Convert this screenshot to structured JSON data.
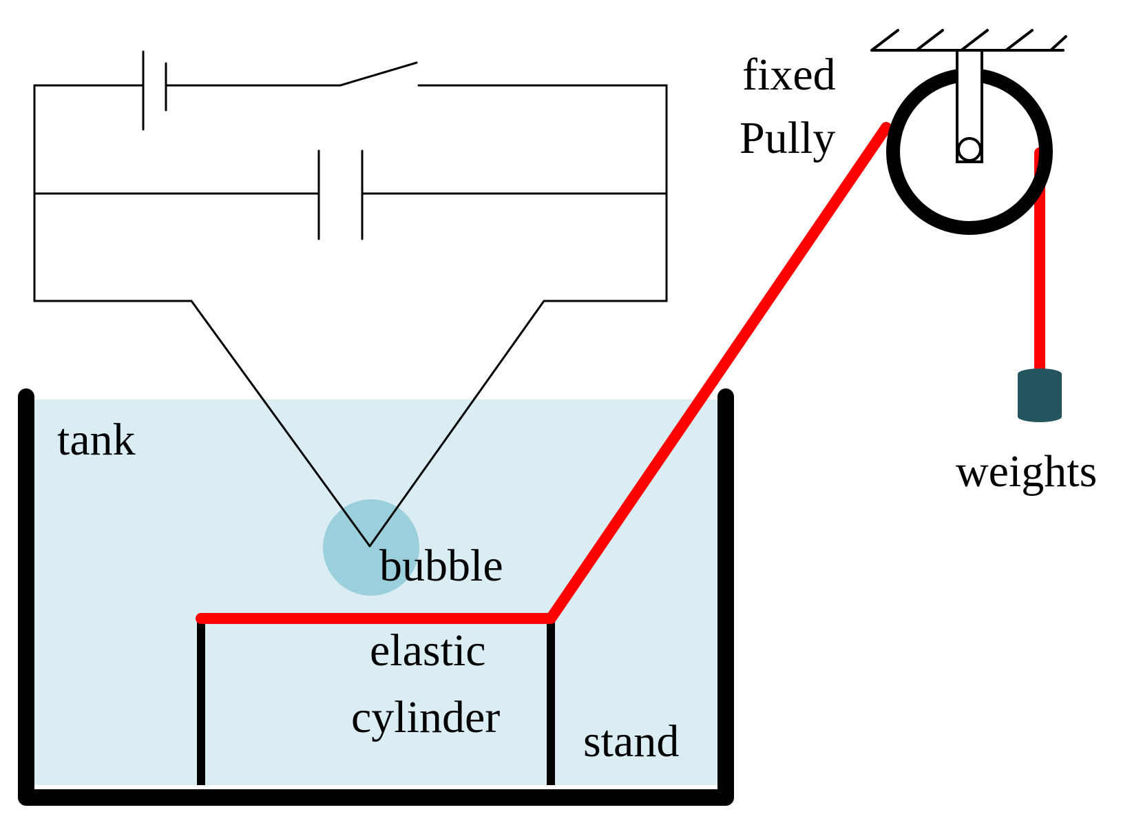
{
  "labels": {
    "fixed_line1": "fixed",
    "fixed_line2": "Pully",
    "tank": "tank",
    "bubble": "bubble",
    "elastic_line1": "elastic",
    "elastic_line2": "cylinder",
    "stand": "stand",
    "weights": "weights"
  },
  "colors": {
    "water": "#daedf3",
    "bubble": "#9ccfdc",
    "string": "#ff0000",
    "weight": "#24555f",
    "ink": "#000000"
  }
}
